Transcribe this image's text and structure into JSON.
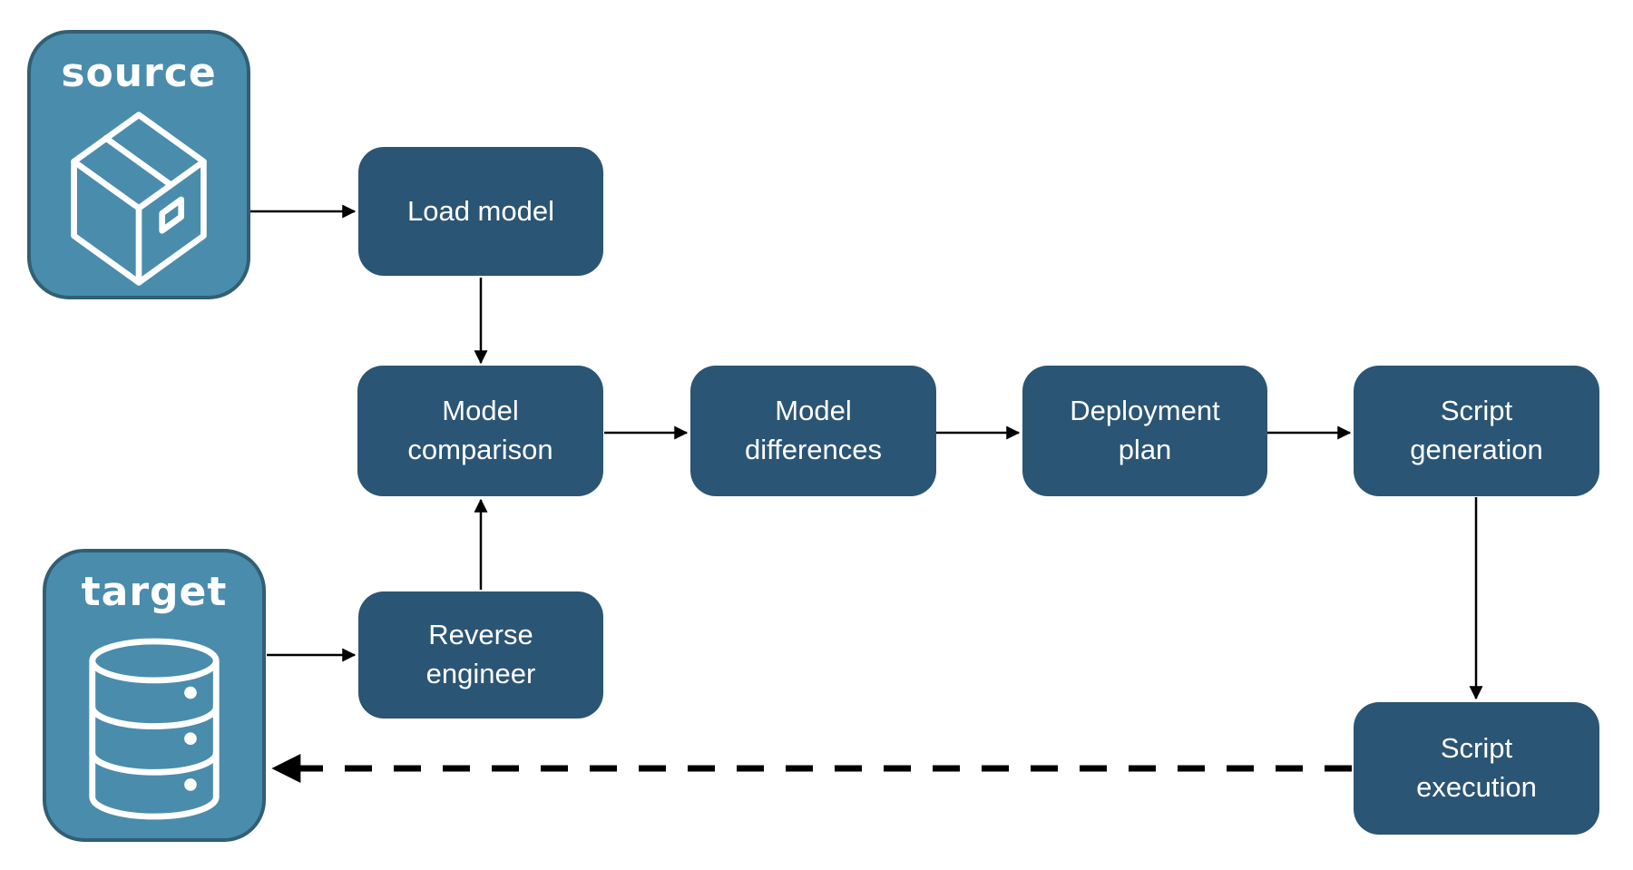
{
  "endpoints": {
    "source": {
      "label": "source",
      "icon": "package-icon"
    },
    "target": {
      "label": "target",
      "icon": "database-icon"
    }
  },
  "nodes": {
    "load_model": {
      "label": "Load model"
    },
    "model_comparison": {
      "label": "Model\ncomparison"
    },
    "model_differences": {
      "label": "Model\ndifferences"
    },
    "deployment_plan": {
      "label": "Deployment\nplan"
    },
    "script_generation": {
      "label": "Script\ngeneration"
    },
    "reverse_engineer": {
      "label": "Reverse\nengineer"
    },
    "script_execution": {
      "label": "Script\nexecution"
    }
  },
  "edges": [
    {
      "from": "source",
      "to": "load_model",
      "style": "solid"
    },
    {
      "from": "load_model",
      "to": "model_comparison",
      "style": "solid"
    },
    {
      "from": "model_comparison",
      "to": "model_differences",
      "style": "solid"
    },
    {
      "from": "model_differences",
      "to": "deployment_plan",
      "style": "solid"
    },
    {
      "from": "deployment_plan",
      "to": "script_generation",
      "style": "solid"
    },
    {
      "from": "target",
      "to": "reverse_engineer",
      "style": "solid"
    },
    {
      "from": "reverse_engineer",
      "to": "model_comparison",
      "style": "solid"
    },
    {
      "from": "script_generation",
      "to": "script_execution",
      "style": "solid"
    },
    {
      "from": "script_execution",
      "to": "target",
      "style": "dashed"
    }
  ],
  "colors": {
    "node_fill": "#2b5574",
    "endpoint_fill": "#4a8cab",
    "endpoint_border": "#315f74",
    "label_text": "#ffffff",
    "arrow": "#000000",
    "background": "#ffffff"
  }
}
